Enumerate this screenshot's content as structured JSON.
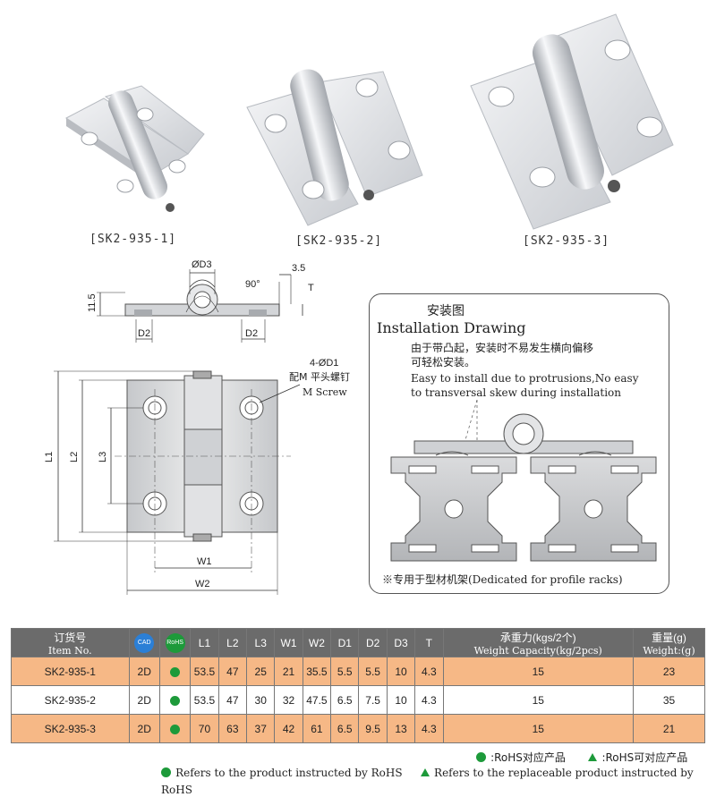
{
  "products": [
    {
      "caption": "[SK2-935-1]"
    },
    {
      "caption": "[SK2-935-2]"
    },
    {
      "caption": "[SK2-935-3]"
    }
  ],
  "side_view": {
    "d3": "ØD3",
    "val_3_5": "3.5",
    "angle": "90°",
    "t": "T",
    "h11_5": "11.5",
    "d2_left": "D2",
    "d2_right": "D2"
  },
  "front_view": {
    "d1_label": "4-ØD1",
    "screw_cn": "配M 平头螺钉",
    "screw_en": "M Screw",
    "l1": "L1",
    "l2": "L2",
    "l3": "L3",
    "w1": "W1",
    "w2": "W2"
  },
  "installation": {
    "title_cn": "安装图",
    "title_en": "Installation Drawing",
    "note_cn_1": "由于带凸起，安装时不易发生横向偏移",
    "note_cn_2": "可轻松安装。",
    "note_en_1": "Easy to install due to protrusions,No easy",
    "note_en_2": "to transversal skew during installation",
    "footer": "※专用于型材机架(Dedicated for profile racks)"
  },
  "table": {
    "headers": {
      "item_cn": "订货号",
      "item_en": "Item No.",
      "cad": "CAD",
      "rohs": "RoHS",
      "l1": "L1",
      "l2": "L2",
      "l3": "L3",
      "w1": "W1",
      "w2": "W2",
      "d1": "D1",
      "d2": "D2",
      "d3": "D3",
      "t": "T",
      "cap_cn": "承重力(kgs/2个)",
      "cap_en": "Weight Capacity(kg/2pcs)",
      "wt_cn": "重量(g)",
      "wt_en": "Weight:(g)"
    },
    "rows": [
      {
        "item": "SK2-935-1",
        "cad": "2D",
        "l1": "53.5",
        "l2": "47",
        "l3": "25",
        "w1": "21",
        "w2": "35.5",
        "d1": "5.5",
        "d2": "5.5",
        "d3": "10",
        "t": "4.3",
        "cap": "15",
        "wt": "23"
      },
      {
        "item": "SK2-935-2",
        "cad": "2D",
        "l1": "53.5",
        "l2": "47",
        "l3": "30",
        "w1": "32",
        "w2": "47.5",
        "d1": "6.5",
        "d2": "7.5",
        "d3": "10",
        "t": "4.3",
        "cap": "15",
        "wt": "35"
      },
      {
        "item": "SK2-935-3",
        "cad": "2D",
        "l1": "70",
        "l2": "63",
        "l3": "37",
        "w1": "42",
        "w2": "61",
        "d1": "6.5",
        "d2": "9.5",
        "d3": "13",
        "t": "4.3",
        "cap": "15",
        "wt": "21"
      }
    ]
  },
  "legend": {
    "rohs_cn": ":RoHS对应产品",
    "rohs_replace_cn": ":RoHS可对应产品",
    "rohs_en": "Refers to the product instructed by RoHS",
    "rohs_replace_en": "Refers to the replaceable product instructed by RoHS"
  },
  "colors": {
    "row_alt": "#f6b886",
    "header_bg": "#6b6b6b",
    "rohs_green": "#1d9a3a",
    "cad_blue": "#2b7fd6"
  }
}
